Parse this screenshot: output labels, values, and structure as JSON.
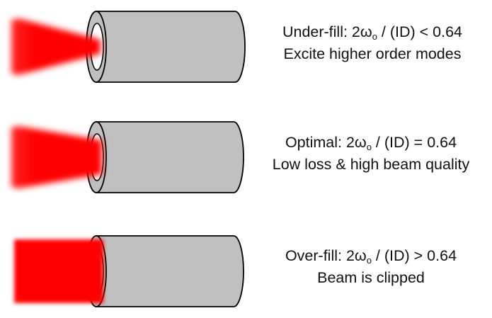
{
  "colors": {
    "beam": "#ff0000",
    "tube_fill": "#c0c0c0",
    "tube_stroke": "#000000",
    "bore": "#ffffff"
  },
  "panels": [
    {
      "fill": "Under-fill",
      "line1_prefix": "Under-fill: 2ω",
      "line1_sub": "o",
      "line1_suffix": " / (ID) < 0.64",
      "line2": "Excite higher order modes",
      "beam_diameter_ratio": 0.45
    },
    {
      "fill": "Optimal",
      "line1_prefix": "Optimal: 2ω",
      "line1_sub": "o",
      "line1_suffix": " / (ID) = 0.64",
      "line2": "Low loss & high beam quality",
      "beam_diameter_ratio": 0.64
    },
    {
      "fill": "Over-fill",
      "line1_prefix": "Over-fill: 2ω",
      "line1_sub": "o",
      "line1_suffix": " / (ID) > 0.64",
      "line2": "Beam is clipped",
      "beam_diameter_ratio": 1.0
    }
  ]
}
